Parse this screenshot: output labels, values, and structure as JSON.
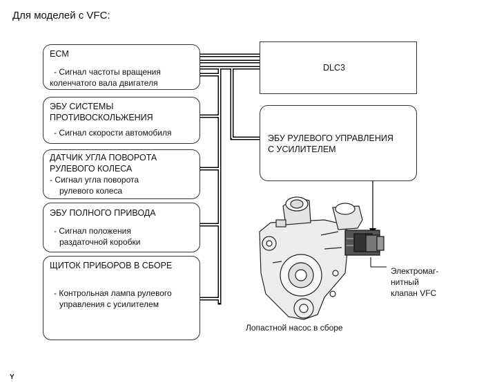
{
  "heading": "Для моделей с VFC:",
  "boxes": {
    "ecm": {
      "title": "ECM",
      "sub1": "- Сигнал частоты вращения",
      "sub2": "коленчатого вала двигателя"
    },
    "abs": {
      "title1": "ЭБУ СИСТЕМЫ",
      "title2": "ПРОТИВОСКОЛЬЖЕНИЯ",
      "sub1": "- Сигнал скорости автомобиля"
    },
    "steer": {
      "title1": "ДАТЧИК УГЛА ПОВОРОТА",
      "title2": "РУЛЕВОГО КОЛЕСА",
      "sub1": "- Сигнал угла поворота",
      "sub2": "рулевого колеса"
    },
    "awd": {
      "title": "ЭБУ ПОЛНОГО ПРИВОДА",
      "sub1": "- Сигнал положения",
      "sub2": "раздаточной коробки"
    },
    "cluster": {
      "title": "ЩИТОК ПРИБОРОВ В СБОРЕ",
      "sub1": "- Контрольная лампа рулевого",
      "sub2": "управления с усилителем"
    },
    "dlc3": {
      "title": "DLC3"
    },
    "eps": {
      "title1": "ЭБУ РУЛЕВОГО УПРАВЛЕНИЯ",
      "title2": "С УСИЛИТЕЛЕМ"
    }
  },
  "labels": {
    "pump": "Лопастной насос в сборе",
    "valve1": "Электромаг-",
    "valve2": "нитный",
    "valve3": "клапан VFC",
    "corner": "Y"
  }
}
